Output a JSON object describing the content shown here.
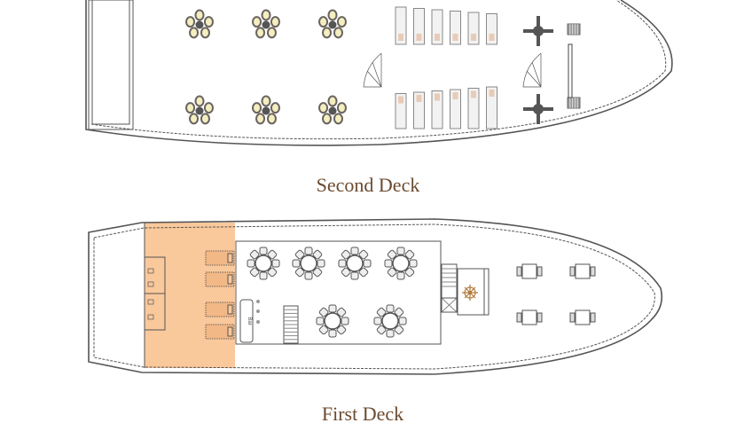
{
  "colors": {
    "highlight": "#f9c89b",
    "label_text": "#6b4a2e",
    "outline": "#555555",
    "wheel": "#b07a3a",
    "lounger_pad": "#e8cbb7",
    "cushion": "#f4eec0"
  },
  "second_deck": {
    "label": "Second Deck"
  },
  "first_deck": {
    "label": "First Deck",
    "bar_label": "Bar"
  },
  "icons": [
    "round-table-icon",
    "sun-table-icon",
    "sun-lounger-icon",
    "spiral-stair-icon",
    "steering-wheel-icon",
    "square-table-icon",
    "staircase-icon",
    "toilet-icon"
  ]
}
